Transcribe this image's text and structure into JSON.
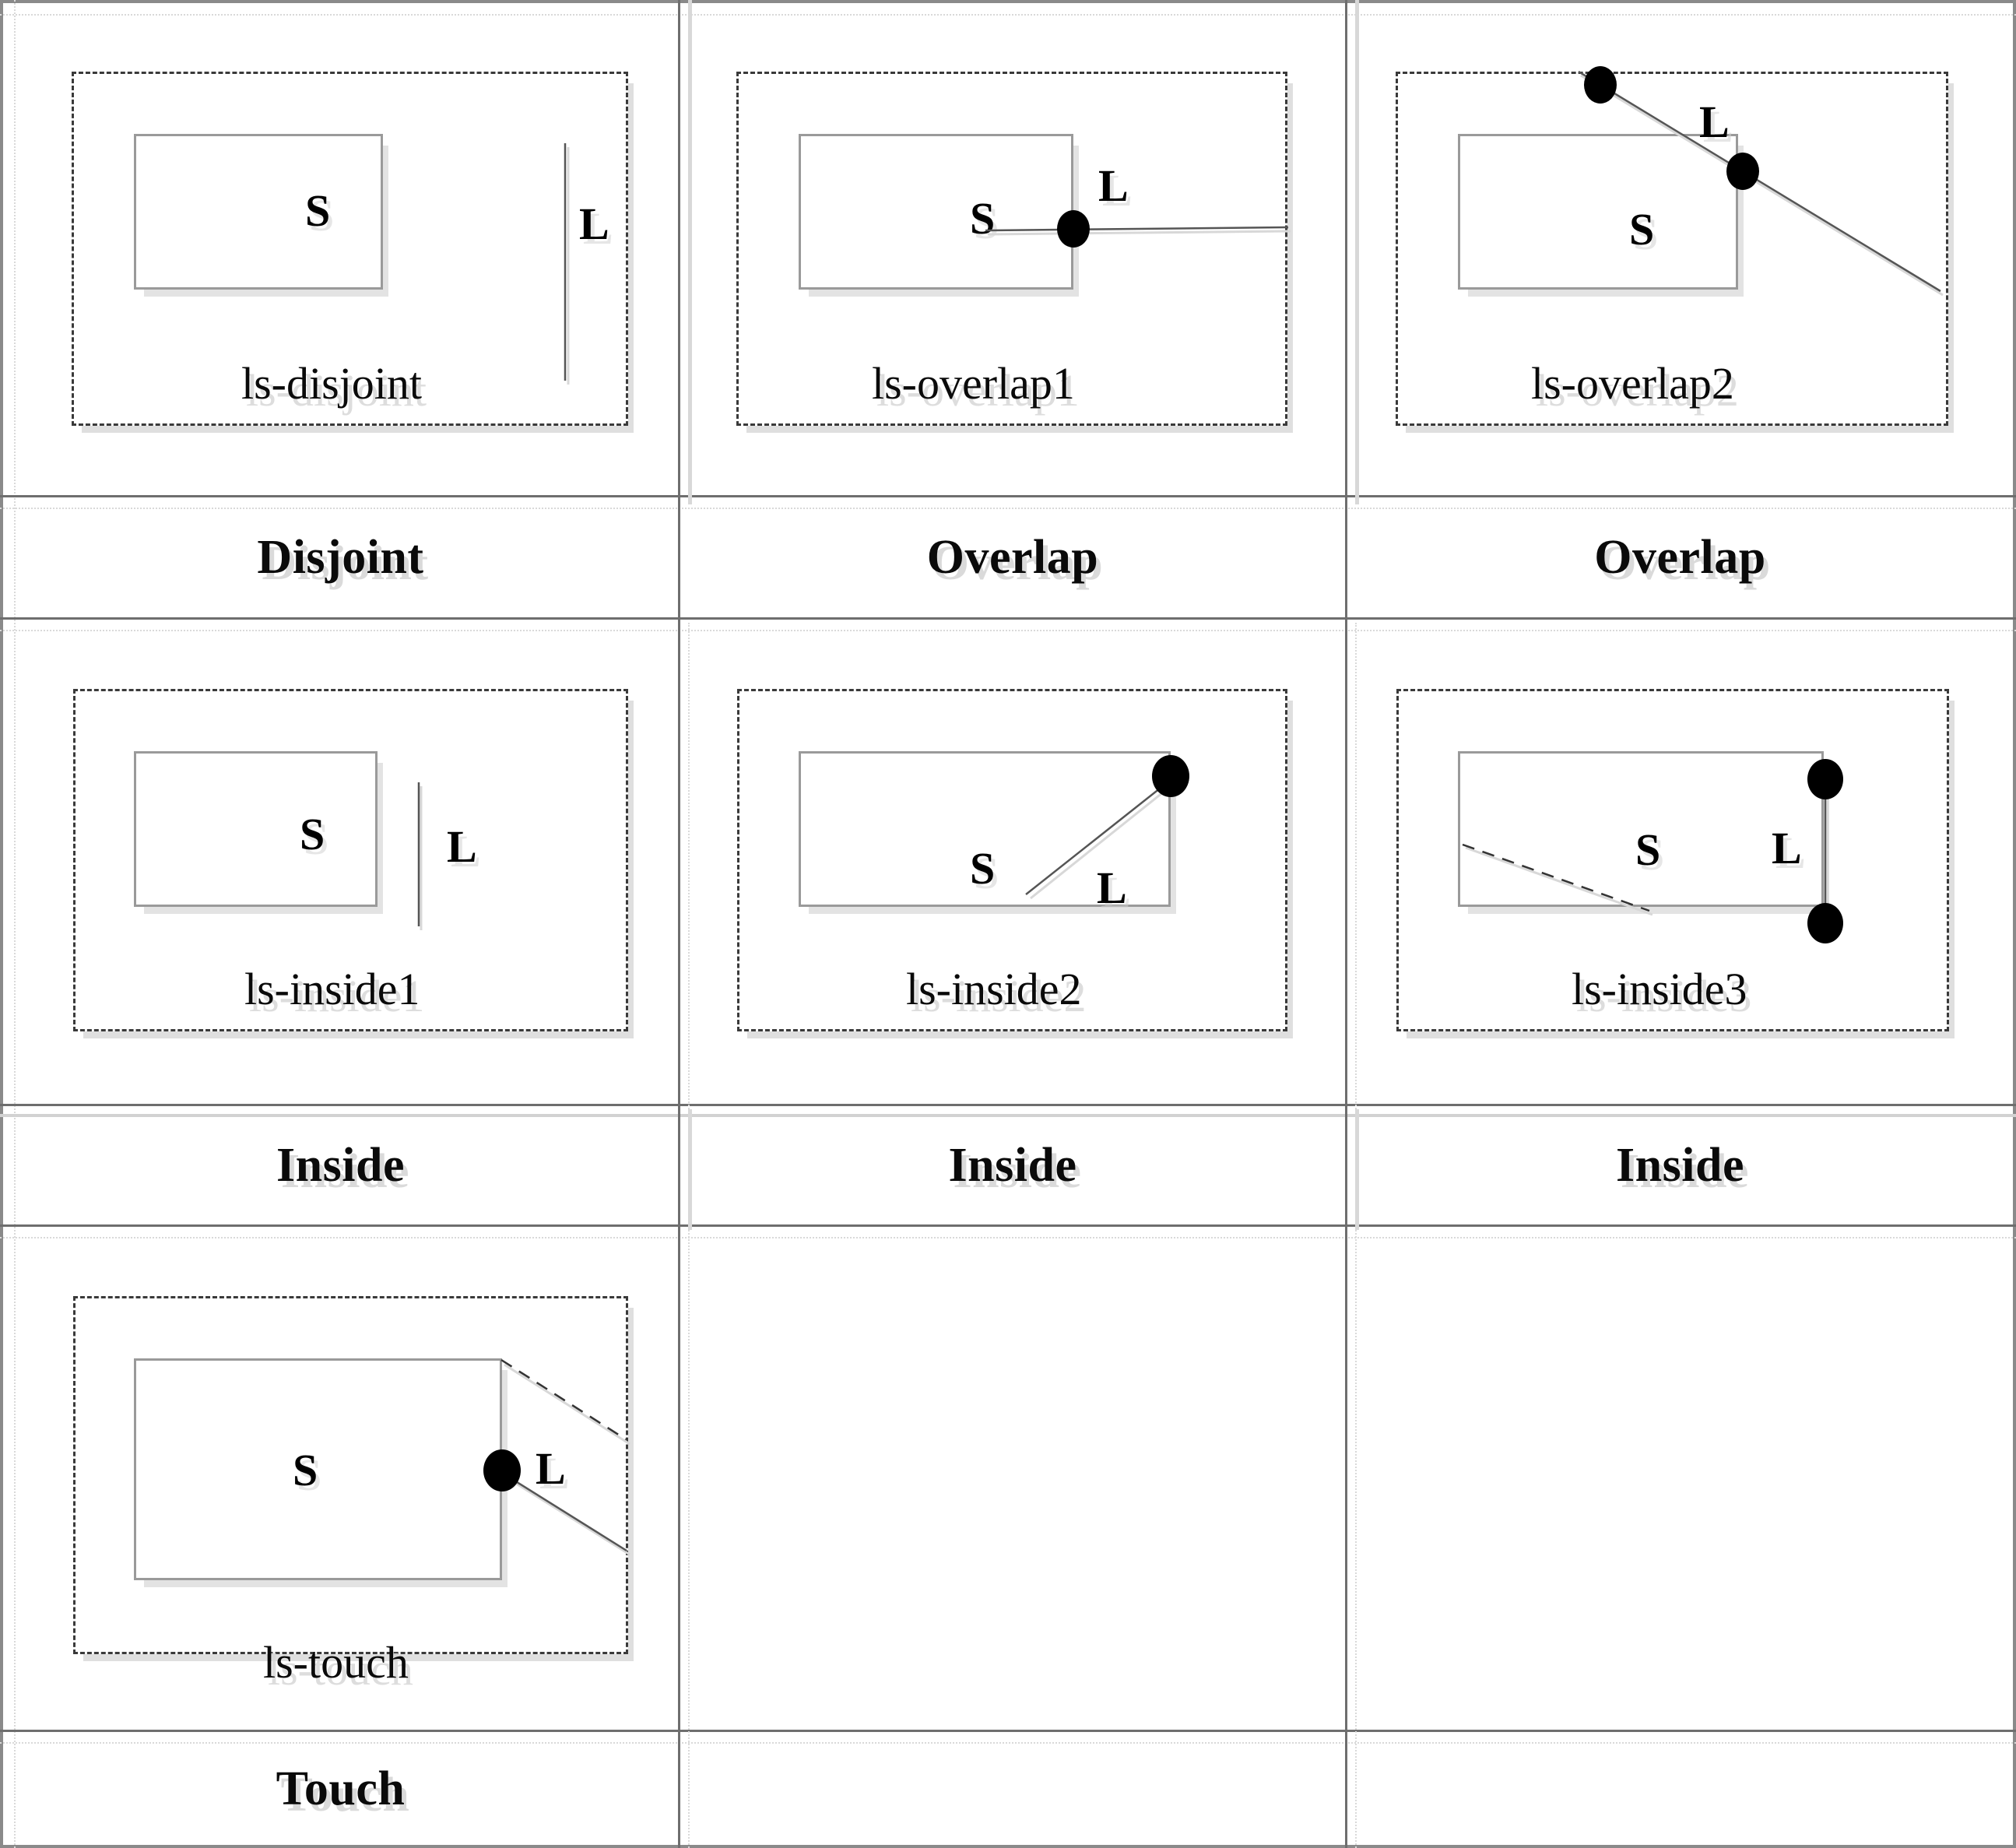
{
  "figure": {
    "kind": "line-surface-topological-relations-table",
    "columns": 3,
    "colors": {
      "grid_line": "#6e6e6e",
      "surface_outline": "#9a9a9a",
      "envelope_dashed": "#3a3a3a",
      "line_feature": "#555555",
      "node_dot": "#000000",
      "text": "#0a0a0a",
      "shadow": "#d2d2d2"
    },
    "legend": {
      "surface_symbol": "S",
      "line_symbol": "L"
    }
  },
  "rows": [
    {
      "row_index": 0,
      "cells": [
        {
          "id": "ls-disjoint",
          "diagram_name": "ls-disjoint",
          "relation_label": "Disjoint",
          "surface_symbol": "S",
          "line_symbol": "L",
          "line_type": "vertical-segment-outside",
          "node_count": 0
        },
        {
          "id": "ls-overlap1",
          "diagram_name": "ls-overlap1",
          "relation_label": "Overlap",
          "surface_symbol": "S",
          "line_symbol": "L",
          "line_type": "horizontal-segment-crossing-right-edge",
          "node_count": 1
        },
        {
          "id": "ls-overlap2",
          "diagram_name": "ls-overlap2",
          "relation_label": "Overlap",
          "surface_symbol": "S",
          "line_symbol": "L",
          "line_type": "diagonal-segment-crossing-twice",
          "node_count": 2
        }
      ]
    },
    {
      "row_index": 1,
      "cells": [
        {
          "id": "ls-inside1",
          "diagram_name": "ls-inside1",
          "relation_label": "Inside",
          "surface_symbol": "S",
          "line_symbol": "L",
          "line_type": "vertical-segment-inside",
          "node_count": 0
        },
        {
          "id": "ls-inside2",
          "diagram_name": "ls-inside2",
          "relation_label": "Inside",
          "surface_symbol": "S",
          "line_symbol": "L",
          "line_type": "diagonal-segment-touching-top-right-corner",
          "node_count": 1
        },
        {
          "id": "ls-inside3",
          "diagram_name": "ls-inside3",
          "relation_label": "Inside",
          "surface_symbol": "S",
          "line_symbol": "L",
          "line_type": "vertical-segment-on-right-edge-with-two-nodes",
          "node_count": 2
        }
      ]
    },
    {
      "row_index": 2,
      "cells": [
        {
          "id": "ls-touch",
          "diagram_name": "ls-touch",
          "relation_label": "Touch",
          "surface_symbol": "S",
          "line_symbol": "L",
          "line_type": "two-segments-meeting-at-right-edge-node",
          "node_count": 1
        },
        {
          "id": "empty-r2c2",
          "diagram_name": "",
          "relation_label": "",
          "surface_symbol": "",
          "line_symbol": "",
          "line_type": "none",
          "node_count": 0
        },
        {
          "id": "empty-r2c3",
          "diagram_name": "",
          "relation_label": "",
          "surface_symbol": "",
          "line_symbol": "",
          "line_type": "none",
          "node_count": 0
        }
      ]
    }
  ]
}
